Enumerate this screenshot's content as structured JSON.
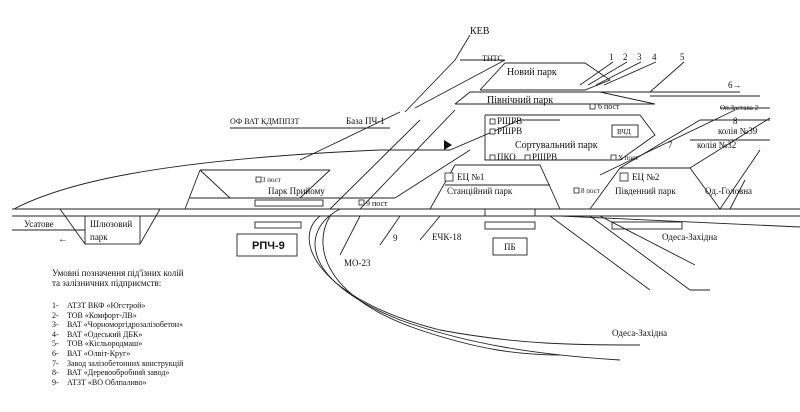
{
  "labels": {
    "kev": "КЕВ",
    "thts": "ТНТС",
    "novyi_park": "Новий парк",
    "pivnichnyi_park": "Північний парк",
    "bazа_pch1": "База ПЧ-1",
    "of_vat": "ОФ ВАТ КДМППЗТ",
    "post6": "6 пост",
    "post3": "3 пост",
    "post9": "9 пост",
    "post8": "8 пост",
    "post10": "Х пост",
    "rshrv_top": "РШРВ",
    "rshrv_mid": "РШРВ",
    "sortuvalnyi_park": "Сортувальний парк",
    "pko": "ПКО",
    "rshrv_bot": "РШРВ",
    "vchd": "ВЧД",
    "op_zastava": "Оп.Застава 2",
    "kolia39": "колія №39",
    "kolia32": "колія №32",
    "ec1": "ЕЦ №1",
    "ec2": "ЕЦ №2",
    "park_pryiomu": "Парк Прийому",
    "stantsiinyi_park": "Станційний парк",
    "pivdennyi_park": "Південний парк",
    "od_holovna": "Од.-Головна",
    "usatove": "Усатове",
    "shliuzovyi_park": "Шлюзовий\nпарк",
    "rpch9": "РПЧ-9",
    "echk18": "ЕЧК-18",
    "pb": "ПБ",
    "mo23": "МО-23",
    "odesa_zakhidna_1": "Одеса-Західна",
    "odesa_zakhidna_2": "Одеса-Західна",
    "arrow_left": "←",
    "arrow6": "6→",
    "n1": "1",
    "n2": "2",
    "n3": "3",
    "n4": "4",
    "n5": "5",
    "n7": "7",
    "n8": "8",
    "n9": "9"
  },
  "legend": {
    "title": "Умовні позначення під'їзних колій\nта залізничних підприємств:",
    "items": [
      {
        "num": "1-",
        "text": "АТЗТ ВКФ «Югстрой»"
      },
      {
        "num": "2-",
        "text": "ТОВ «Комфорт-ЛВ»"
      },
      {
        "num": "3-",
        "text": "ВАТ «Чорноморгідрозалізобетон»"
      },
      {
        "num": "4-",
        "text": "ВАТ «Одеський ДБК»"
      },
      {
        "num": "5-",
        "text": "ТОВ «Кісльородмаш»"
      },
      {
        "num": "6-",
        "text": "ВАТ «Олвіт-Круг»"
      },
      {
        "num": "7-",
        "text": "Завод залізобетонних конструкцій"
      },
      {
        "num": "8-",
        "text": "ВАТ «Деревообробний завод»"
      },
      {
        "num": "9-",
        "text": "АТЗТ «ВО Облпаливо»"
      }
    ]
  }
}
